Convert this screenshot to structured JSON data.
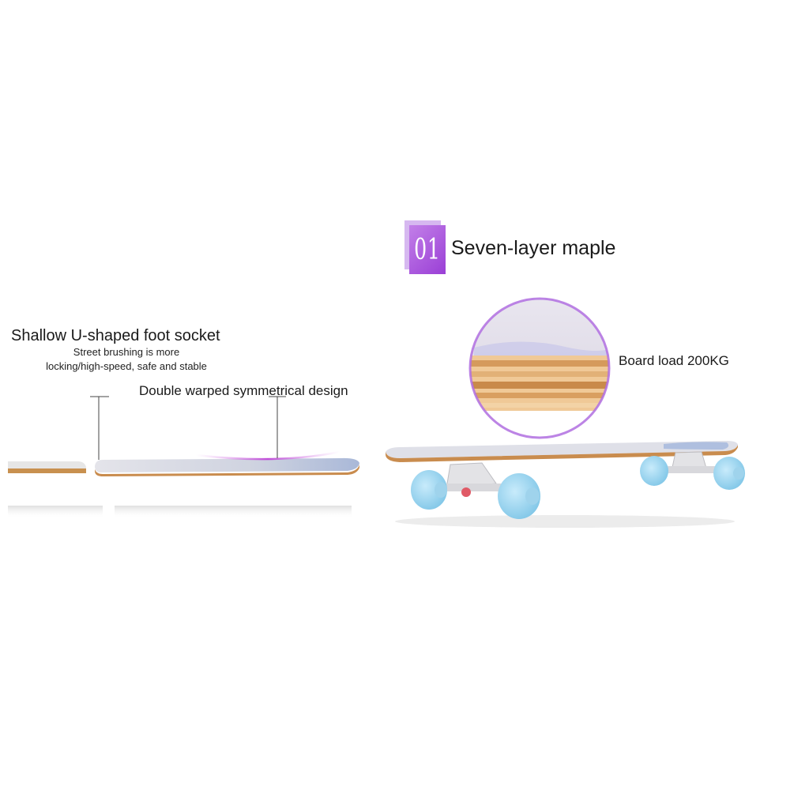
{
  "heading": {
    "badge_number": "01",
    "title": "Seven-layer maple"
  },
  "left_feature": {
    "title": "Shallow U-shaped foot socket",
    "subtitle_line1": "Street brushing is more",
    "subtitle_line2": "locking/high-speed, safe and stable"
  },
  "callouts": {
    "symmetrical": "Double warped symmetrical design",
    "load": "Board load 200KG"
  },
  "colors": {
    "accent_purple": "#9a3fd6",
    "wheel_blue": "#8fd0ee",
    "maple_wood": "#d9a46a"
  },
  "icons": [
    "skateboard-side-profile",
    "magnified-layer-lens",
    "longboard-with-wheels"
  ]
}
